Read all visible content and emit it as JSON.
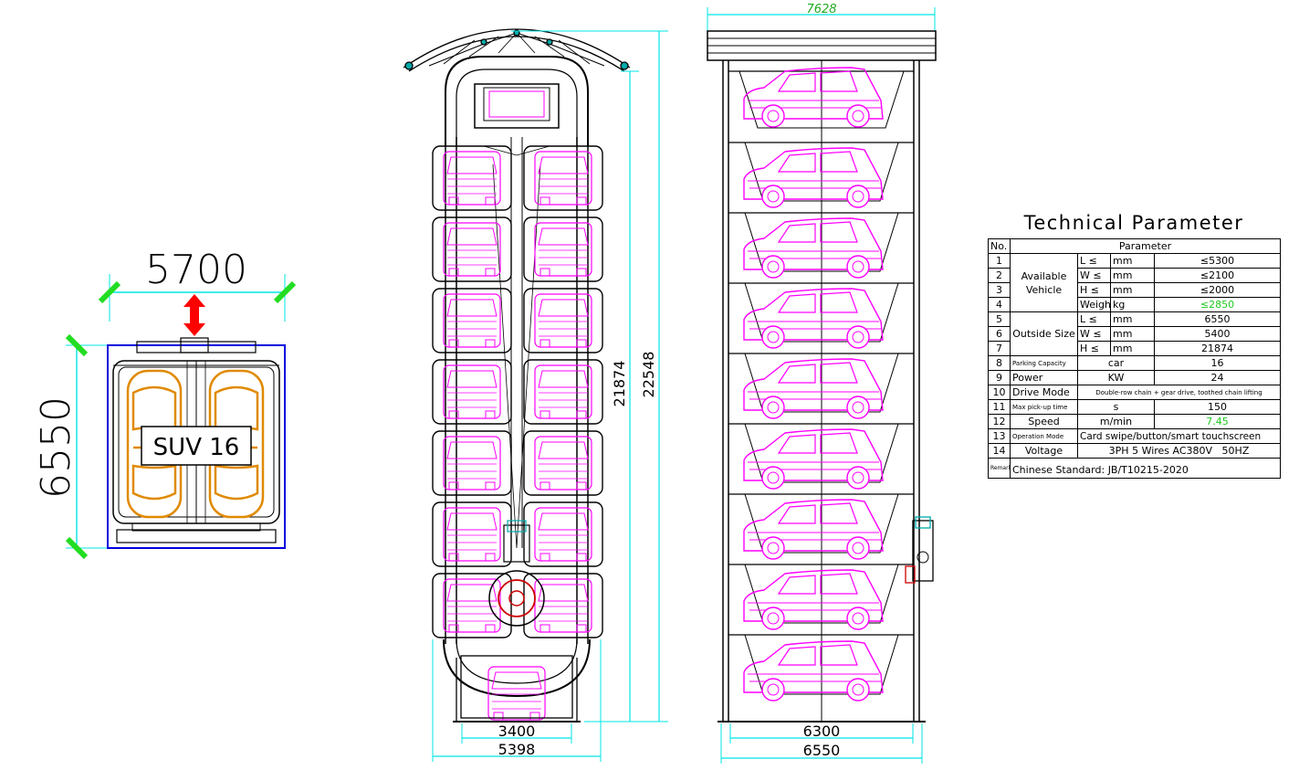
{
  "top_view": {
    "width_dim": "5700",
    "depth_dim": "6550",
    "badge": "SUV 16"
  },
  "front_view": {
    "height_inner": "21874",
    "height_total": "22548",
    "base_inner": "3400",
    "base_outer": "5398"
  },
  "side_view": {
    "width_top": "7628",
    "base_inner": "6300",
    "base_outer": "6550"
  },
  "tech": {
    "title": "Technical Parameter",
    "header": {
      "no": "No.",
      "parameter": "Parameter"
    },
    "rows": [
      {
        "no": "1",
        "group": "Available Vehicle",
        "sym": "L ≤",
        "unit": "mm",
        "value": "≤5300"
      },
      {
        "no": "2",
        "sym": "W ≤",
        "unit": "mm",
        "value": "≤2100"
      },
      {
        "no": "3",
        "sym": "H ≤",
        "unit": "mm",
        "value": "≤2000"
      },
      {
        "no": "4",
        "sym": "Weight",
        "unit": "kg",
        "value": "≤2850"
      },
      {
        "no": "5",
        "group": "Outside Size",
        "sym": "L ≤",
        "unit": "mm",
        "value": "6550"
      },
      {
        "no": "6",
        "sym": "W ≤",
        "unit": "mm",
        "value": "5400"
      },
      {
        "no": "7",
        "sym": "H ≤",
        "unit": "mm",
        "value": "21874"
      },
      {
        "no": "8",
        "label": "Parking Capacity",
        "unit": "car",
        "value": "16"
      },
      {
        "no": "9",
        "label": "Power",
        "unit": "KW",
        "value": "24"
      },
      {
        "no": "10",
        "label": "Drive Mode",
        "value": "Double-row chain + gear drive, toothed chain lifting"
      },
      {
        "no": "11",
        "label": "Max pick-up time",
        "unit": "s",
        "value": "150"
      },
      {
        "no": "12",
        "label": "Speed",
        "unit": "m/min",
        "value": "7.45"
      },
      {
        "no": "13",
        "label": "Operation Mode",
        "value": "Card swipe/button/smart touchscreen"
      },
      {
        "no": "14",
        "label": "Voltage",
        "value": "3PH 5 Wires AC380V   50HZ"
      }
    ],
    "remark_label": "Remark",
    "remark_text": "Chinese Standard: JB/T10215-2020"
  },
  "colors": {
    "dimension": "#00e5e5",
    "dim_green": "#22dd22",
    "car": "#ff00ff",
    "car_top": "#e08a00",
    "frame": "#000000",
    "top_border": "#0000dd",
    "arrow": "#ff0000"
  }
}
